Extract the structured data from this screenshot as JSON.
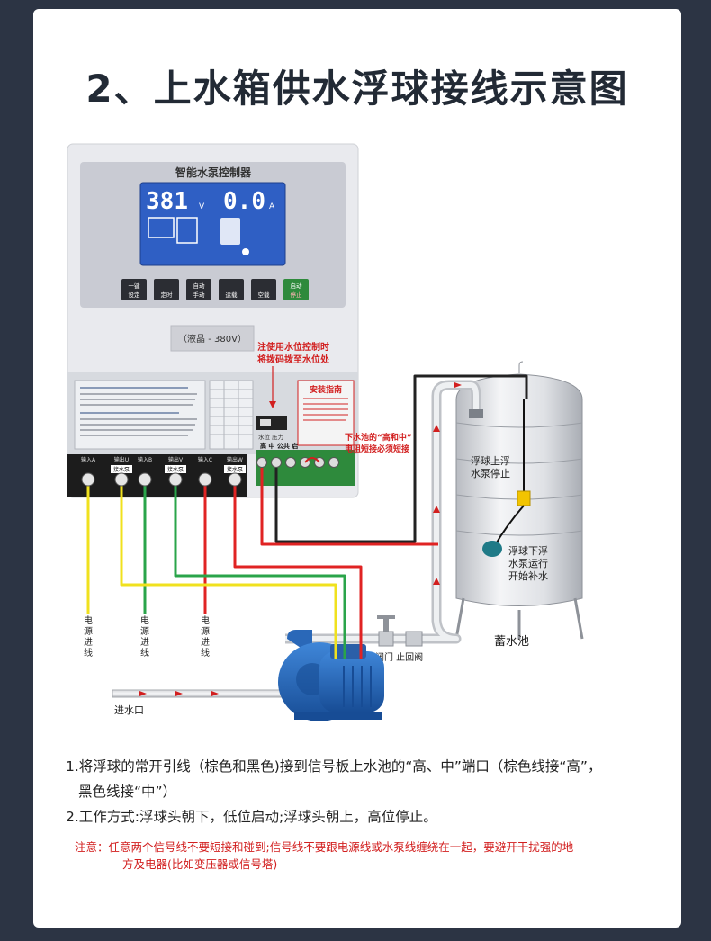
{
  "title": "2、上水箱供水浮球接线示意图",
  "controller": {
    "name": "智能水泵控制器",
    "lcd_voltage": "381",
    "lcd_voltage_unit": "V",
    "lcd_current": "0.0",
    "lcd_current_unit": "A",
    "buttons": [
      {
        "line1": "一键",
        "line2": "设定"
      },
      {
        "line1": "",
        "line2": "定时"
      },
      {
        "line1": "自动",
        "line2": "手动"
      },
      {
        "line1": "",
        "line2": "运载"
      },
      {
        "line1": "",
        "line2": "空载"
      },
      {
        "line1": "启动",
        "line2": "停止"
      }
    ],
    "model_label": "（液晶 - 380V）",
    "guide_title": "安装指南",
    "switch_labels": "水位 压力",
    "terminal_label": "高 中 公共 启",
    "power_terminals": [
      "输入A",
      "输出U",
      "输入B",
      "输出V",
      "输入C",
      "输出W"
    ],
    "pump_tags": [
      "接水泵",
      "接水泵",
      "接水泵"
    ]
  },
  "annotations": {
    "dip_note_1": "注使用水位控制时",
    "dip_note_2": "将拨码拨至水位处",
    "short_note_1": "下水池的“高和中”",
    "short_note_2": "电阻短接必须短接",
    "float_up_1": "浮球上浮",
    "float_up_2": "水泵停止",
    "float_down_1": "浮球下浮",
    "float_down_2": "水泵运行",
    "float_down_3": "开始补水",
    "tank_label": "蓄水池",
    "valve_label": "阀门 止回阀",
    "inlet_label": "进水口",
    "power_in": [
      "电源进线",
      "电源进线",
      "电源进线"
    ]
  },
  "notes": {
    "line1": "1.将浮球的常开引线（棕色和黑色)接到信号板上水池的“高、中”端口（棕色线接“高”，",
    "line1b": "黑色线接“中”）",
    "line2": "2.工作方式:浮球头朝下，低位启动;浮球头朝上，高位停止。",
    "warn_a": "注意：任意两个信号线不要短接和碰到;信号线不要跟电源线或水泵线缠绕在一起，要避开干扰强的地",
    "warn_b": "方及电器(比如变压器或信号塔)"
  },
  "colors": {
    "wire_yellow": "#f0e11e",
    "wire_green": "#2aa44a",
    "wire_red": "#e02323",
    "wire_black": "#222222",
    "pump_blue": "#1e5fb0",
    "accent_red": "#d21f1f"
  }
}
